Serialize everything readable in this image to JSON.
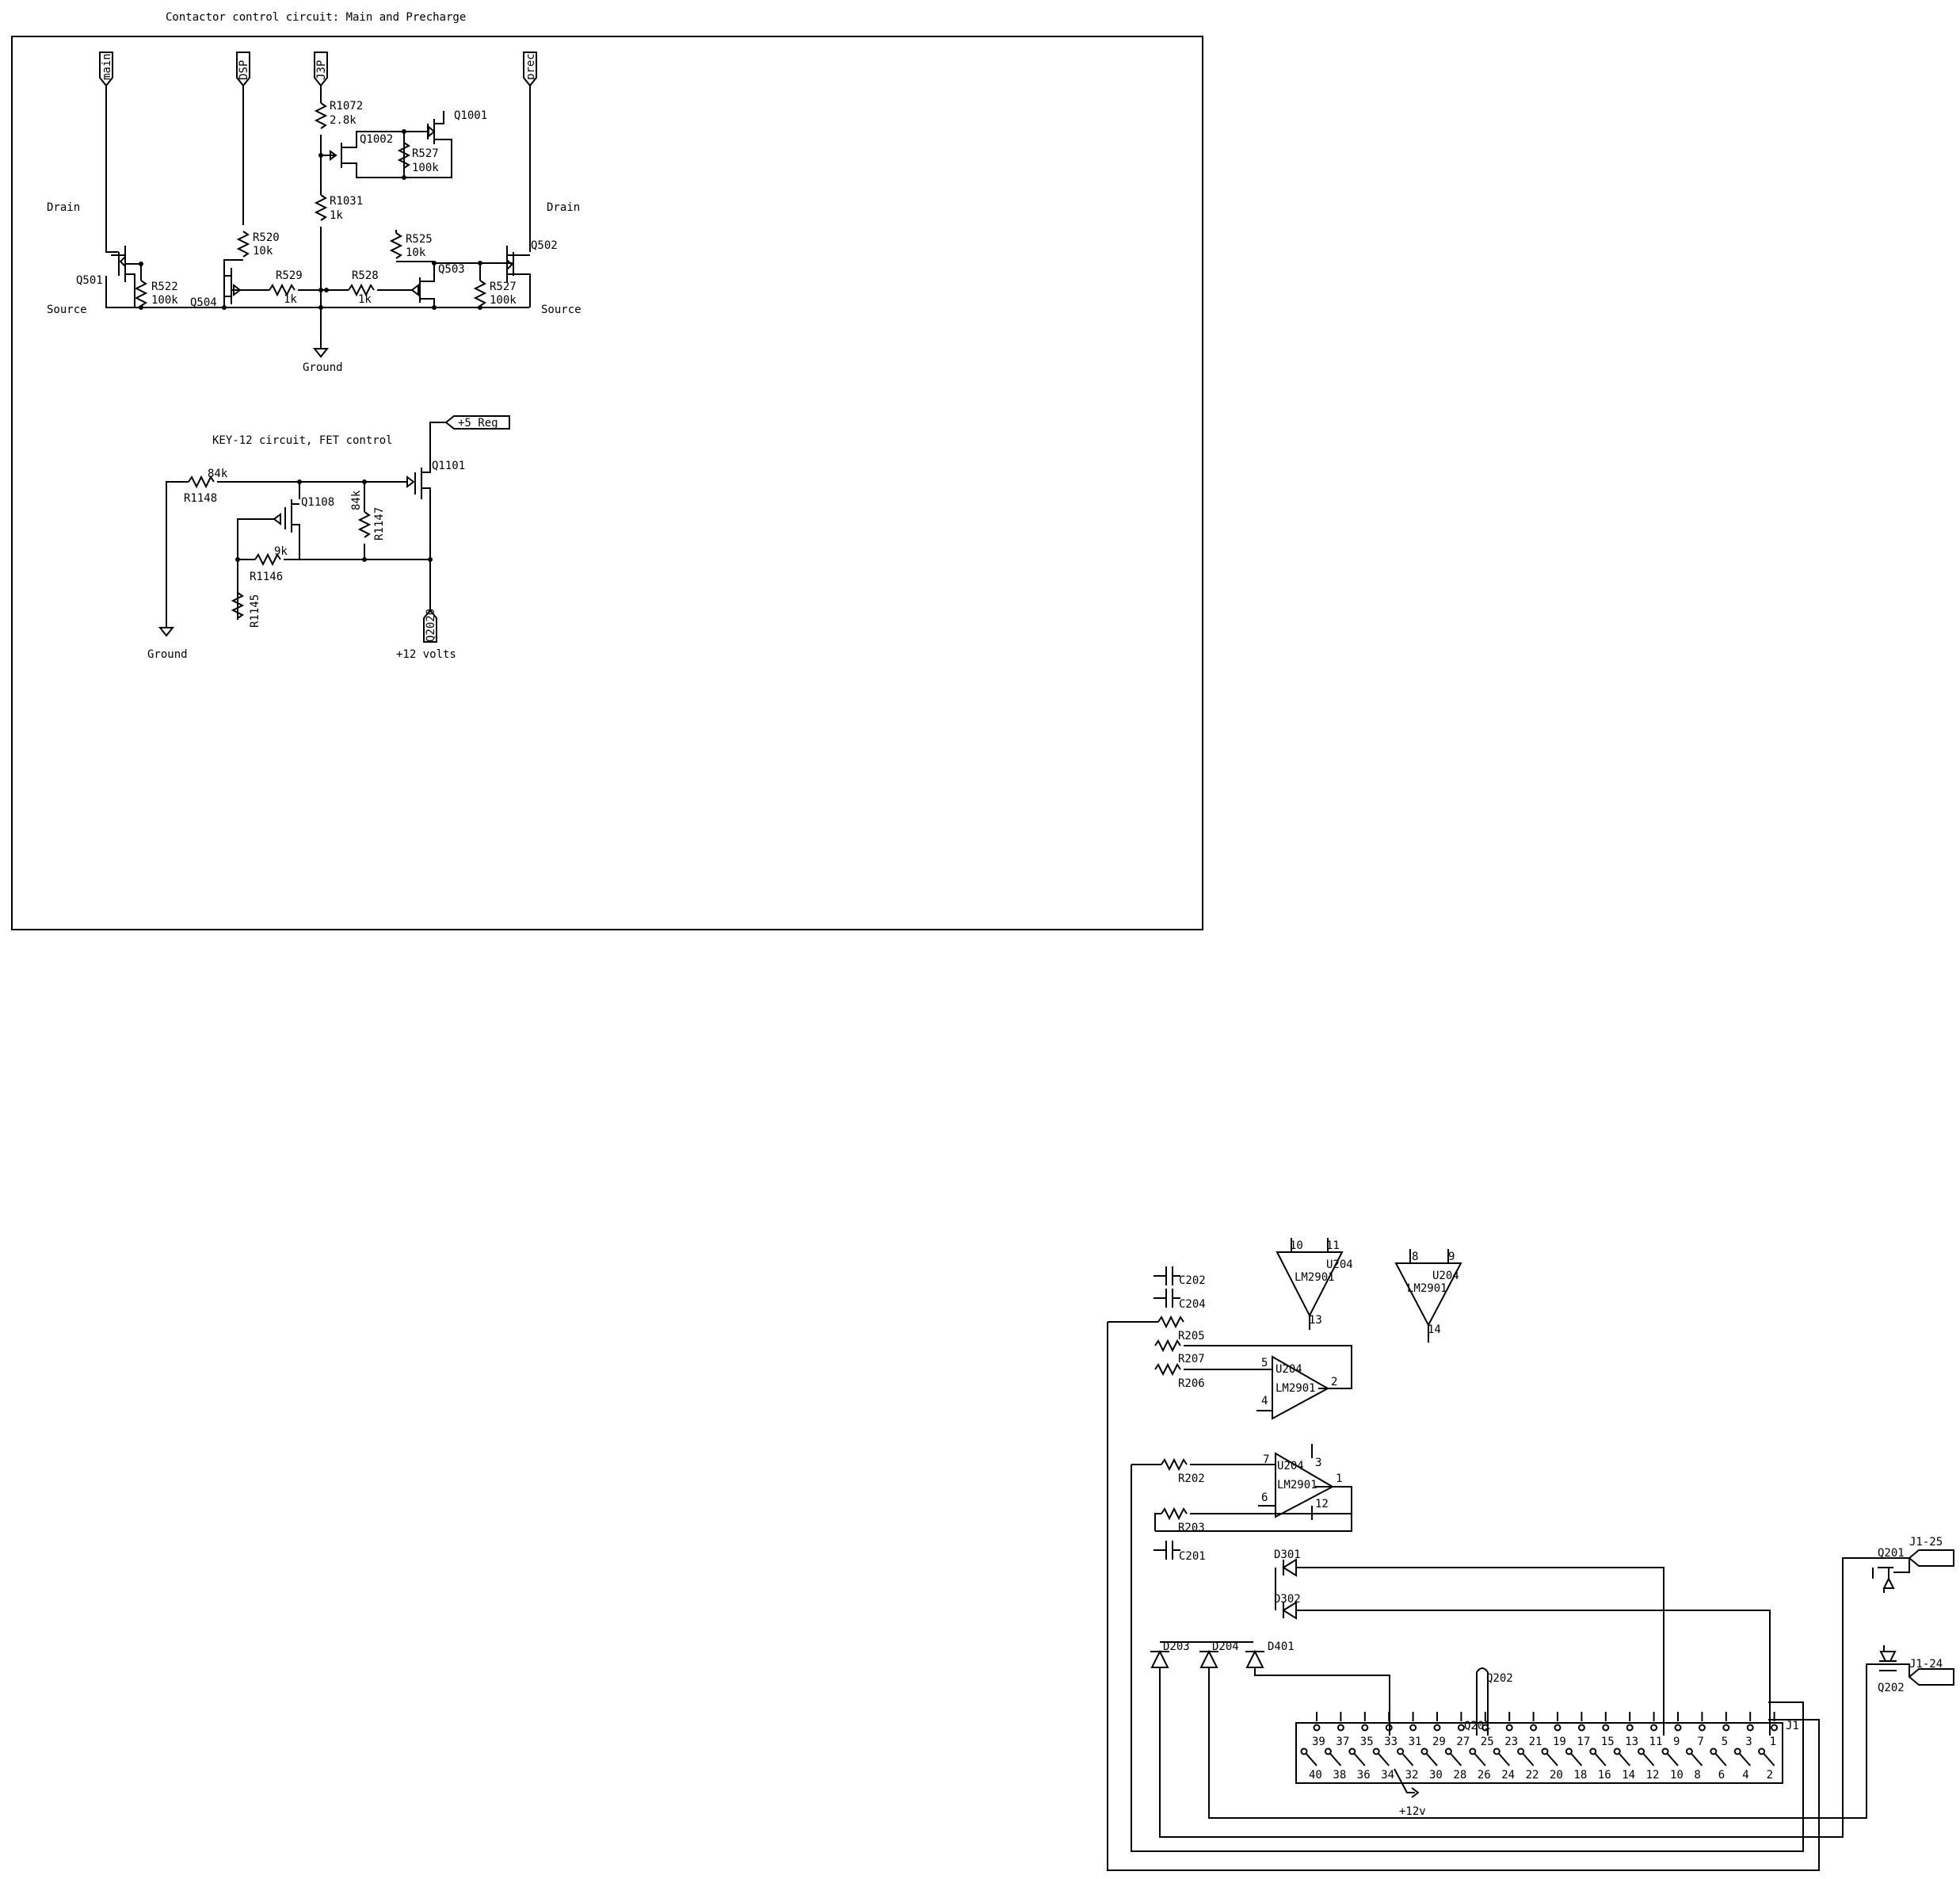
{
  "title": "Contactor control circuit: Main and Precharge",
  "top_circuit": {
    "ports": [
      "main",
      "DSP",
      "J3P",
      "prec"
    ],
    "drain_left": "Drain",
    "drain_right": "Drain",
    "source_left": "Source",
    "source_right": "Source",
    "ground": "Ground",
    "labels": {
      "r1072": "R1072",
      "r1072_val": "2.8k",
      "q1001": "Q1001",
      "q1002": "Q1002",
      "r527a": "R527",
      "r527a_val": "100k",
      "r1031": "R1031",
      "r1031_val": "1k",
      "r520": "R520",
      "r520_val": "10k",
      "r525": "R525",
      "r525_val": "10k",
      "q501": "Q501",
      "q502": "Q502",
      "q503": "Q503",
      "q504": "Q504",
      "r522": "R522",
      "r522_val": "100k",
      "r529": "R529",
      "r529_val": "1k",
      "r528": "R528",
      "r528_val": "1k",
      "r527b": "R527",
      "r527b_val": "100k"
    }
  },
  "key_circuit": {
    "title": "KEY-12 circuit, FET control",
    "reg_port": "+5 Reg",
    "q2020_port": "Q2020",
    "ground": "Ground",
    "supply": "+12 volts",
    "labels": {
      "q1101": "Q1101",
      "q1108": "Q1108",
      "r1148": "R1148",
      "r1148_val": "84k",
      "r1147": "R1147",
      "r1147_val": "84k",
      "r1146": "R1146",
      "r1146_val": "9k",
      "r1145": "R1145"
    }
  },
  "bottom_circuit": {
    "capacitors": [
      "C202",
      "C204",
      "C201"
    ],
    "resistors": [
      "R205",
      "R207",
      "R206",
      "R202",
      "R203"
    ],
    "opamp_part": "LM2901",
    "opamp_a": {
      "ref": "U204",
      "pins": [
        "10",
        "11",
        "13"
      ]
    },
    "opamp_b": {
      "ref": "U204",
      "pins": [
        "8",
        "9",
        "14"
      ]
    },
    "opamp_c": {
      "ref": "U204",
      "pins": [
        "5",
        "4",
        "2"
      ]
    },
    "opamp_d": {
      "ref": "U204",
      "pins": [
        "7",
        "6",
        "3",
        "12",
        "1"
      ]
    },
    "diodes": [
      "D301",
      "D302",
      "D203",
      "D204",
      "D401"
    ],
    "transistors": [
      "Q201",
      "Q202"
    ],
    "ports": [
      "J1-25",
      "J1-24"
    ],
    "q_upper": "Q201",
    "q_lower": "Q202",
    "connector": "J1",
    "supply": "+12v",
    "pins_odd": [
      "39",
      "37",
      "35",
      "33",
      "31",
      "29",
      "27",
      "25",
      "23",
      "21",
      "19",
      "17",
      "15",
      "13",
      "11",
      "9",
      "7",
      "5",
      "3",
      "1"
    ],
    "pins_even": [
      "40",
      "38",
      "36",
      "34",
      "32",
      "30",
      "28",
      "26",
      "24",
      "22",
      "20",
      "18",
      "16",
      "14",
      "12",
      "10",
      "8",
      "6",
      "4",
      "2"
    ]
  }
}
